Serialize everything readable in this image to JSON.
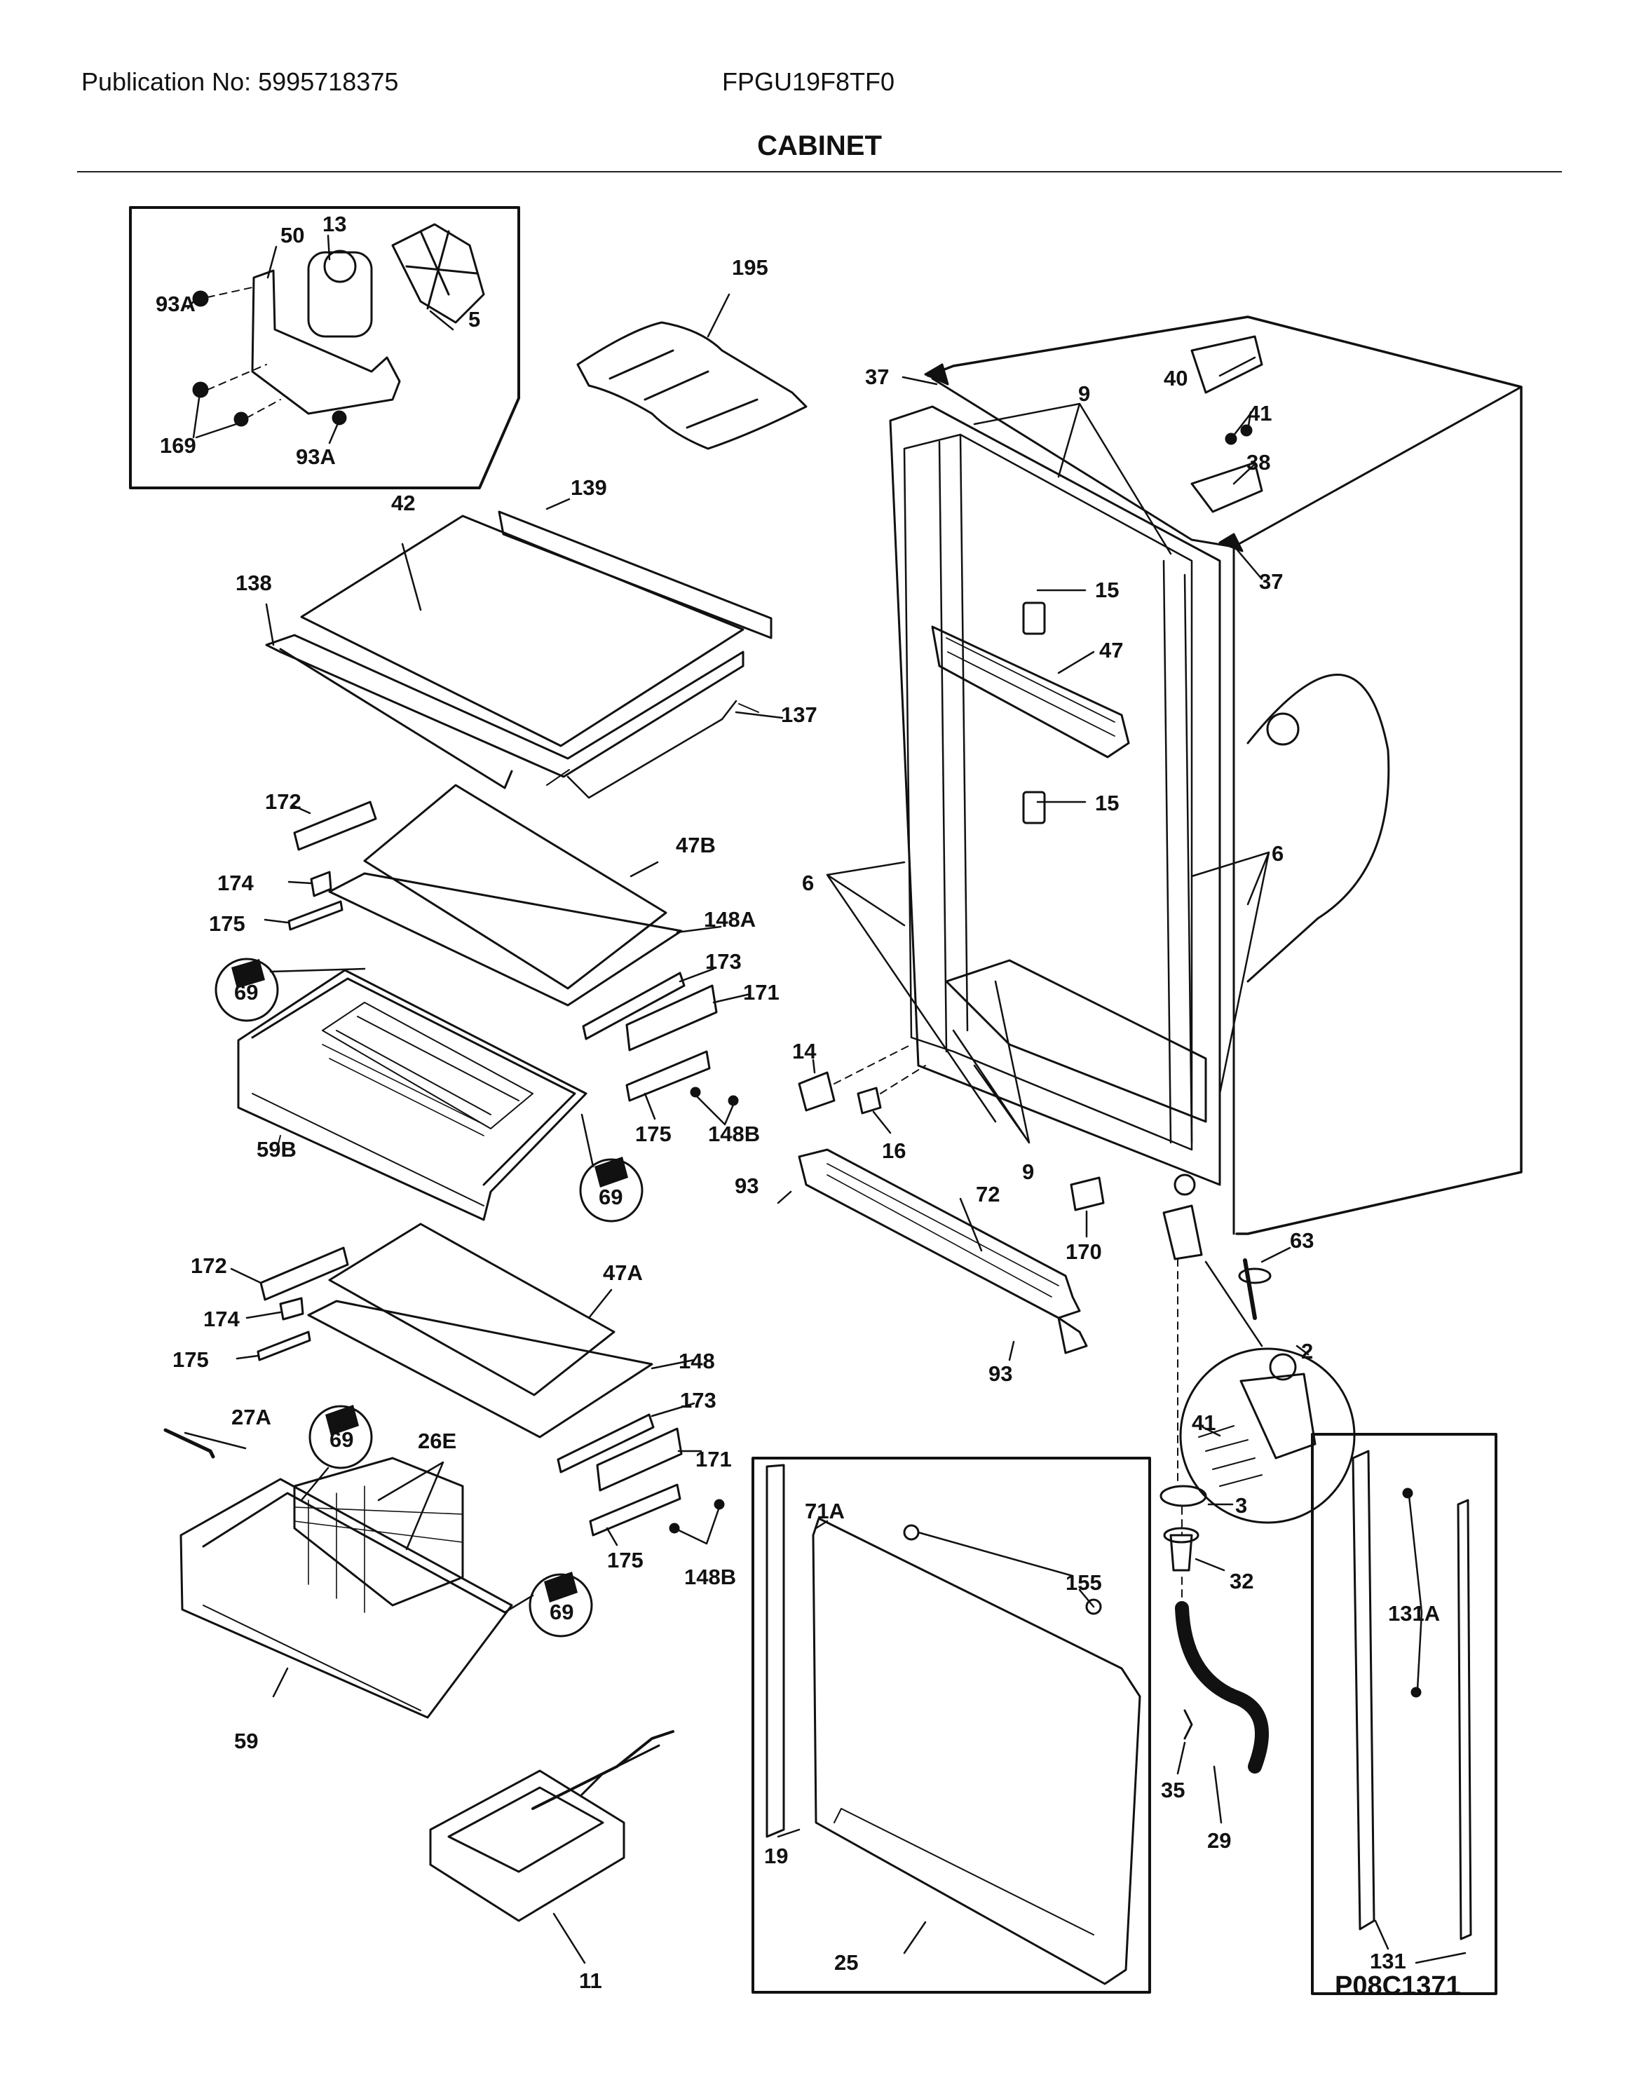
{
  "header": {
    "publication": "Publication No: 5995718375",
    "model": "FPGU19F8TF0",
    "section_title": "CABINET"
  },
  "diagram_id": "P08C1371",
  "callouts": {
    "c13": "13",
    "c50": "50",
    "c93A_a": "93A",
    "c5": "5",
    "c169": "169",
    "c93A_b": "93A",
    "c195": "195",
    "c37_a": "37",
    "c9_a": "9",
    "c40": "40",
    "c41_a": "41",
    "c38": "38",
    "c37_b": "37",
    "c42": "42",
    "c139": "139",
    "c138": "138",
    "c137": "137",
    "c15_a": "15",
    "c47": "47",
    "c15_b": "15",
    "c172_a": "172",
    "c47B": "47B",
    "c174_a": "174",
    "c6_a": "6",
    "c6_b": "6",
    "c175_a": "175",
    "c148A": "148A",
    "c173_a": "173",
    "c69_a": "69",
    "c171_a": "171",
    "c14": "14",
    "c175_b": "175",
    "c148B_a": "148B",
    "c16": "16",
    "c59B": "59B",
    "c69_b": "69",
    "c9_b": "9",
    "c93_a": "93",
    "c72": "72",
    "c170": "170",
    "c63": "63",
    "c172_b": "172",
    "c47A": "47A",
    "c174_b": "174",
    "c2": "2",
    "c175_c": "175",
    "c148": "148",
    "c93_b": "93",
    "c173_b": "173",
    "c27A": "27A",
    "c69_c": "69",
    "c26E": "26E",
    "c41_b": "41",
    "c171_b": "171",
    "c71A": "71A",
    "c3": "3",
    "c175_d": "175",
    "c148B_b": "148B",
    "c155": "155",
    "c32": "32",
    "c131A": "131A",
    "c69_d": "69",
    "c59": "59",
    "c35": "35",
    "c29": "29",
    "c19": "19",
    "c25": "25",
    "c131": "131",
    "c11": "11"
  }
}
